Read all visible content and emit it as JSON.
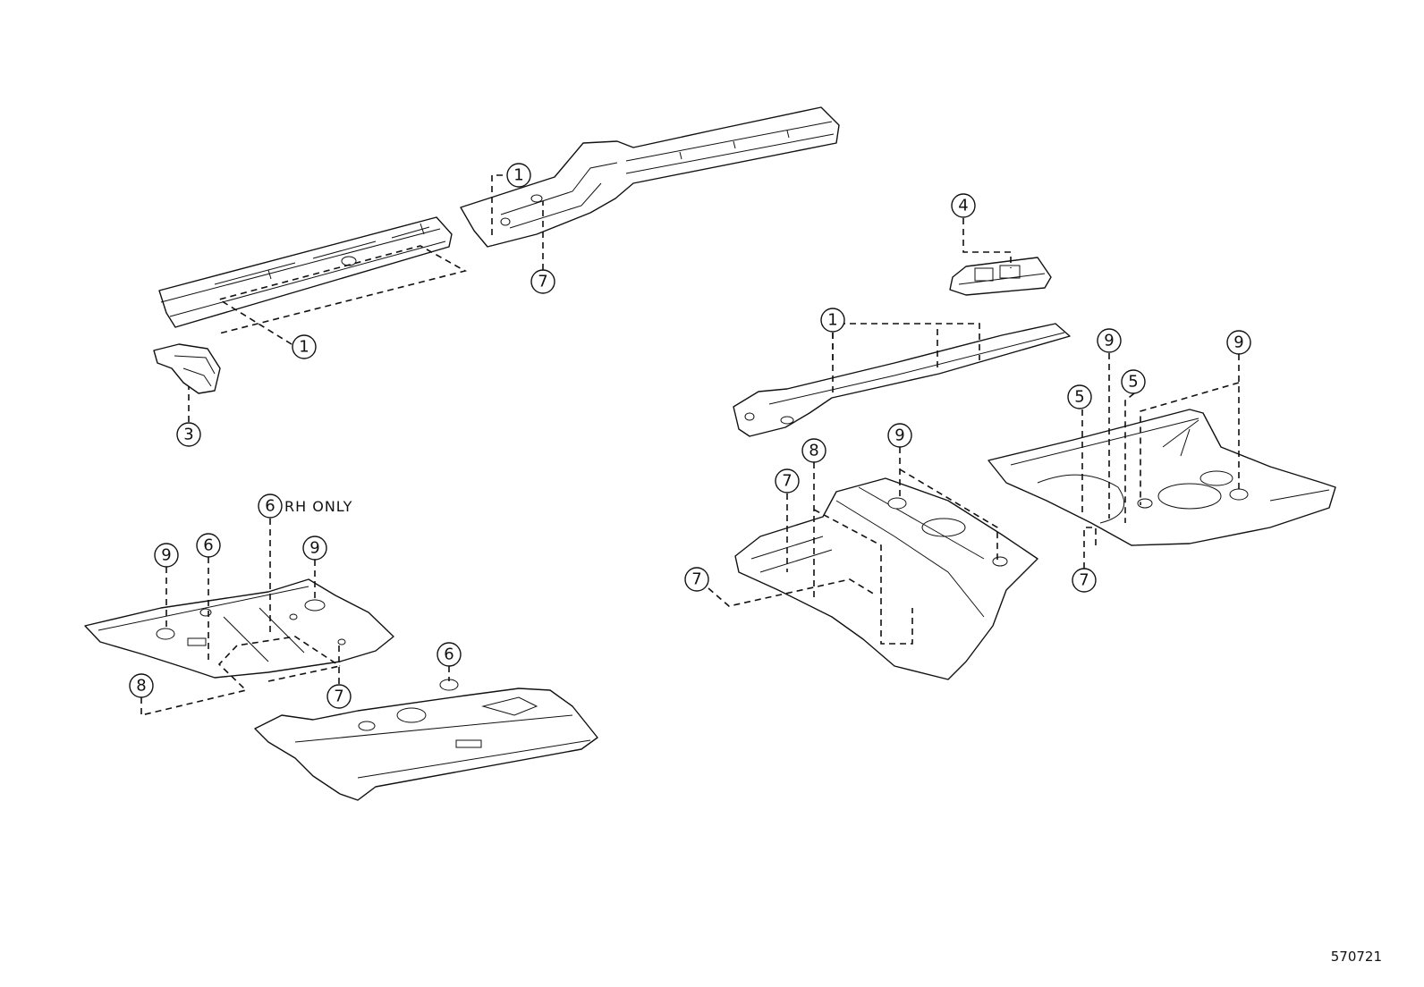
{
  "diagram": {
    "figure_number": "570721",
    "note": "RH ONLY",
    "callouts": {
      "c1": "1",
      "c2": "7",
      "c3": "1",
      "c4": "3",
      "c5": "4",
      "c6": "1",
      "c7": "9",
      "c8": "9",
      "c9": "5",
      "c10": "5",
      "c11": "9",
      "c12": "8",
      "c13": "7",
      "c14": "7",
      "c15": "7",
      "c16": "6",
      "c17": "9",
      "c18": "6",
      "c19": "9",
      "c20": "8",
      "c21": "7",
      "c22": "6"
    }
  }
}
